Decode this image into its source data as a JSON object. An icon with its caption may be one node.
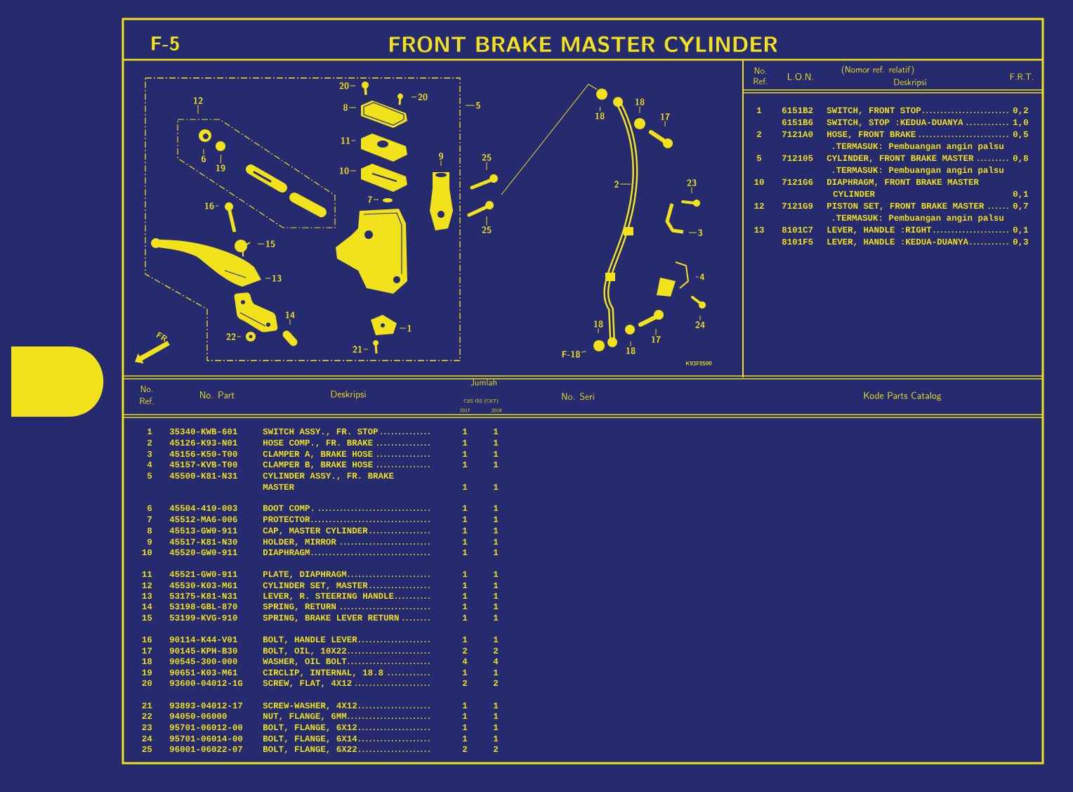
{
  "diagram": {
    "title": "FRONT BRAKE MASTER CYLINDER",
    "nodes": [
      {
        "text": [
          "12"
        ]
      },
      {
        "text": [
          "6"
        ]
      },
      {
        "text": [
          "19"
        ]
      },
      {
        "text": [
          "16"
        ]
      },
      {
        "text": [
          "15"
        ]
      },
      {
        "text": [
          "13"
        ]
      },
      {
        "text": [
          "14"
        ]
      },
      {
        "text": [
          "22"
        ]
      },
      {
        "text": [
          "20"
        ]
      },
      {
        "text": [
          "20"
        ]
      },
      {
        "text": [
          "8"
        ]
      },
      {
        "text": [
          "11"
        ]
      },
      {
        "text": [
          "10"
        ]
      },
      {
        "text": [
          "7"
        ]
      },
      {
        "text": [
          "9"
        ]
      },
      {
        "text": [
          "1"
        ]
      },
      {
        "text": [
          "21"
        ]
      },
      {
        "text": [
          "5"
        ]
      },
      {
        "text": [
          "25"
        ]
      },
      {
        "text": [
          "25"
        ]
      },
      {
        "text": [
          "18"
        ]
      },
      {
        "text": [
          "18"
        ]
      },
      {
        "text": [
          "17"
        ]
      },
      {
        "text": [
          "2"
        ]
      },
      {
        "text": [
          "23"
        ]
      },
      {
        "text": [
          "3"
        ]
      },
      {
        "text": [
          "4"
        ]
      },
      {
        "text": [
          "24"
        ]
      },
      {
        "text": [
          "18"
        ]
      },
      {
        "text": [
          "17"
        ]
      },
      {
        "text": [
          "18"
        ]
      },
      {
        "text": [
          "F-18"
        ]
      }
    ],
    "edges": [
      {
        "from": 0,
        "to": null,
        "arrow": "none"
      },
      {
        "from": 1,
        "to": null,
        "arrow": "none"
      },
      {
        "from": 2,
        "to": null,
        "arrow": "none"
      },
      {
        "from": 3,
        "to": null,
        "arrow": "none"
      },
      {
        "from": 4,
        "to": null,
        "arrow": "none"
      },
      {
        "from": 5,
        "to": null,
        "arrow": "none"
      },
      {
        "from": 6,
        "to": null,
        "arrow": "none"
      },
      {
        "from": 7,
        "to": null,
        "arrow": "none"
      },
      {
        "from": 8,
        "to": null,
        "arrow": "none"
      },
      {
        "from": 9,
        "to": null,
        "arrow": "none"
      },
      {
        "from": 10,
        "to": null,
        "arrow": "none"
      },
      {
        "from": 11,
        "to": null,
        "arrow": "none"
      },
      {
        "from": 12,
        "to": null,
        "arrow": "none"
      },
      {
        "from": 13,
        "to": null,
        "arrow": "none"
      },
      {
        "from": 14,
        "to": null,
        "arrow": "none"
      },
      {
        "from": 15,
        "to": null,
        "arrow": "none"
      },
      {
        "from": 16,
        "to": null,
        "arrow": "none"
      },
      {
        "from": 17,
        "to": null,
        "arrow": "none"
      },
      {
        "from": 18,
        "to": null,
        "arrow": "none"
      },
      {
        "from": 19,
        "to": null,
        "arrow": "none"
      },
      {
        "from": 20,
        "to": null,
        "arrow": "none"
      },
      {
        "from": 21,
        "to": null,
        "arrow": "none"
      },
      {
        "from": 22,
        "to": null,
        "arrow": "none"
      },
      {
        "from": 23,
        "to": null,
        "arrow": "none"
      },
      {
        "from": 24,
        "to": null,
        "arrow": "none"
      },
      {
        "from": 25,
        "to": null,
        "arrow": "none"
      },
      {
        "from": 26,
        "to": null,
        "arrow": "none"
      },
      {
        "from": 27,
        "to": null,
        "arrow": "none"
      },
      {
        "from": 28,
        "to": null,
        "arrow": "none"
      },
      {
        "from": 29,
        "to": null,
        "arrow": "none"
      },
      {
        "from": 30,
        "to": null,
        "arrow": "none"
      },
      {
        "from": 31,
        "to": null,
        "arrow": "none"
      }
    ],
    "labels": [
      "F-5",
      "FR.",
      "K93F0500",
      "No. Ref.",
      "L.O.N.",
      "(Nomor ref. relatif)",
      "Deskripsi",
      "F.R.T.",
      "1",
      "6151B2",
      "SWITCH, FRONT STOP",
      "0,2",
      "6151B6",
      "SWITCH, STOP :KEDUA-DUANYA",
      "1,0",
      "2",
      "7121A0",
      "HOSE, FRONT BRAKE",
      "0,5",
      ".TERMASUK: Pembuangan angin palsu",
      "5",
      "712105",
      "CYLINDER, FRONT BRAKE MASTER",
      "0,8",
      ".TERMASUK: Pembuangan angin palsu",
      "10",
      "7121G6",
      "DIAPHRAGM, FRONT BRAKE MASTER CYLINDER",
      "0,1",
      "12",
      "7121G9",
      "PISTON SET, FRONT BRAKE MASTER",
      "0,7",
      ".TERMASUK: Pembuangan angin palsu",
      "13",
      "8101C7",
      "LEVER, HANDLE :RIGHT",
      "0,1",
      "8101F5",
      "LEVER, HANDLE :KEDUA-DUANYA",
      "0,3",
      "No. Ref.",
      "No. Part",
      "Deskripsi",
      "Jumlah",
      "CBS ISS (CBT)",
      "2017",
      "2018",
      "No. Seri",
      "Kode Parts Catalog",
      "1",
      "35340-KWB-601",
      "SWITCH ASSY., FR. STOP",
      "1",
      "1",
      "2",
      "45126-K93-N01",
      "HOSE COMP., FR. BRAKE",
      "1",
      "1",
      "3",
      "45156-K50-T00",
      "CLAMPER A, BRAKE HOSE",
      "1",
      "1",
      "4",
      "45157-KVB-T00",
      "CLAMPER B, BRAKE HOSE",
      "1",
      "1",
      "5",
      "45500-K81-N31",
      "CYLINDER ASSY., FR. BRAKE MASTER",
      "1",
      "1",
      "6",
      "45504-410-003",
      "BOOT COMP.",
      "1",
      "1",
      "7",
      "45512-MA6-006",
      "PROTECTOR",
      "1",
      "1",
      "8",
      "45513-GW0-911",
      "CAP, MASTER CYLINDER",
      "1",
      "1",
      "9",
      "45517-K81-N30",
      "HOLDER, MIRROR",
      "1",
      "1",
      "10",
      "45520-GW0-911",
      "DIAPHRAGM",
      "1",
      "1",
      "11",
      "45521-GW0-911",
      "PLATE, DIAPHRAGM",
      "1",
      "1",
      "12",
      "45530-K03-M61",
      "CYLINDER SET, MASTER",
      "1",
      "1",
      "13",
      "53175-K81-N31",
      "LEVER, R. STEERING HANDLE",
      "1",
      "1",
      "14",
      "53198-GBL-870",
      "SPRING, RETURN",
      "1",
      "1",
      "15",
      "53199-KVG-910",
      "SPRING, BRAKE LEVER RETURN",
      "1",
      "1",
      "16",
      "90114-K44-V01",
      "BOLT, HANDLE LEVER",
      "1",
      "1",
      "17",
      "90145-KPH-B30",
      "BOLT, OIL, 10X22",
      "2",
      "2",
      "18",
      "90545-300-000",
      "WASHER, OIL BOLT",
      "4",
      "4",
      "19",
      "90651-K03-M61",
      "CIRCLIP, INTERNAL, 18.8",
      "1",
      "1",
      "20",
      "93600-04012-1G",
      "SCREW, FLAT, 4X12",
      "2",
      "2",
      "21",
      "93893-04012-17",
      "SCREW-WASHER, 4X12",
      "1",
      "1",
      "22",
      "94050-06000",
      "NUT, FLANGE, 6MM",
      "1",
      "1",
      "23",
      "95701-06012-00",
      "BOLT, FLANGE, 6X12",
      "1",
      "1",
      "24",
      "95701-06014-00",
      "BOLT, FLANGE, 6X14",
      "1",
      "1",
      "25",
      "96001-06022-07",
      "BOLT, FLANGE, 6X22",
      "2",
      "2"
    ]
  }
}
